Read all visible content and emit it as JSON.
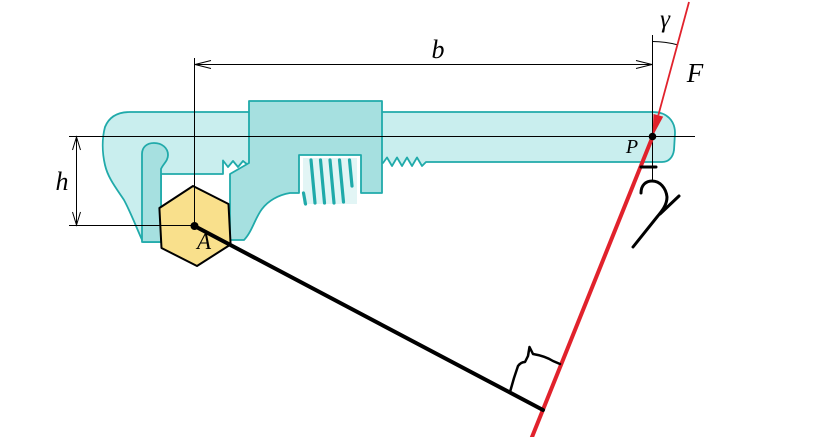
{
  "figure": {
    "labels": {
      "dimension_b": "b",
      "dimension_h": "h",
      "force": "F",
      "angle": "γ",
      "point_a": "A",
      "point_p": "P"
    },
    "handwritten_symbol": "γ",
    "colors": {
      "background": "#ffffff",
      "wrench_body": "#c9eeee",
      "jaw_block": "#a6e0e0",
      "wrench_outline": "#20aaaa",
      "screw_background": "#e2f5f5",
      "nut_fill": "#f9e08c",
      "force_line": "#e1222c",
      "construction_line": "#000000",
      "lever_arm": "#000000",
      "handwriting": "#000000"
    }
  }
}
